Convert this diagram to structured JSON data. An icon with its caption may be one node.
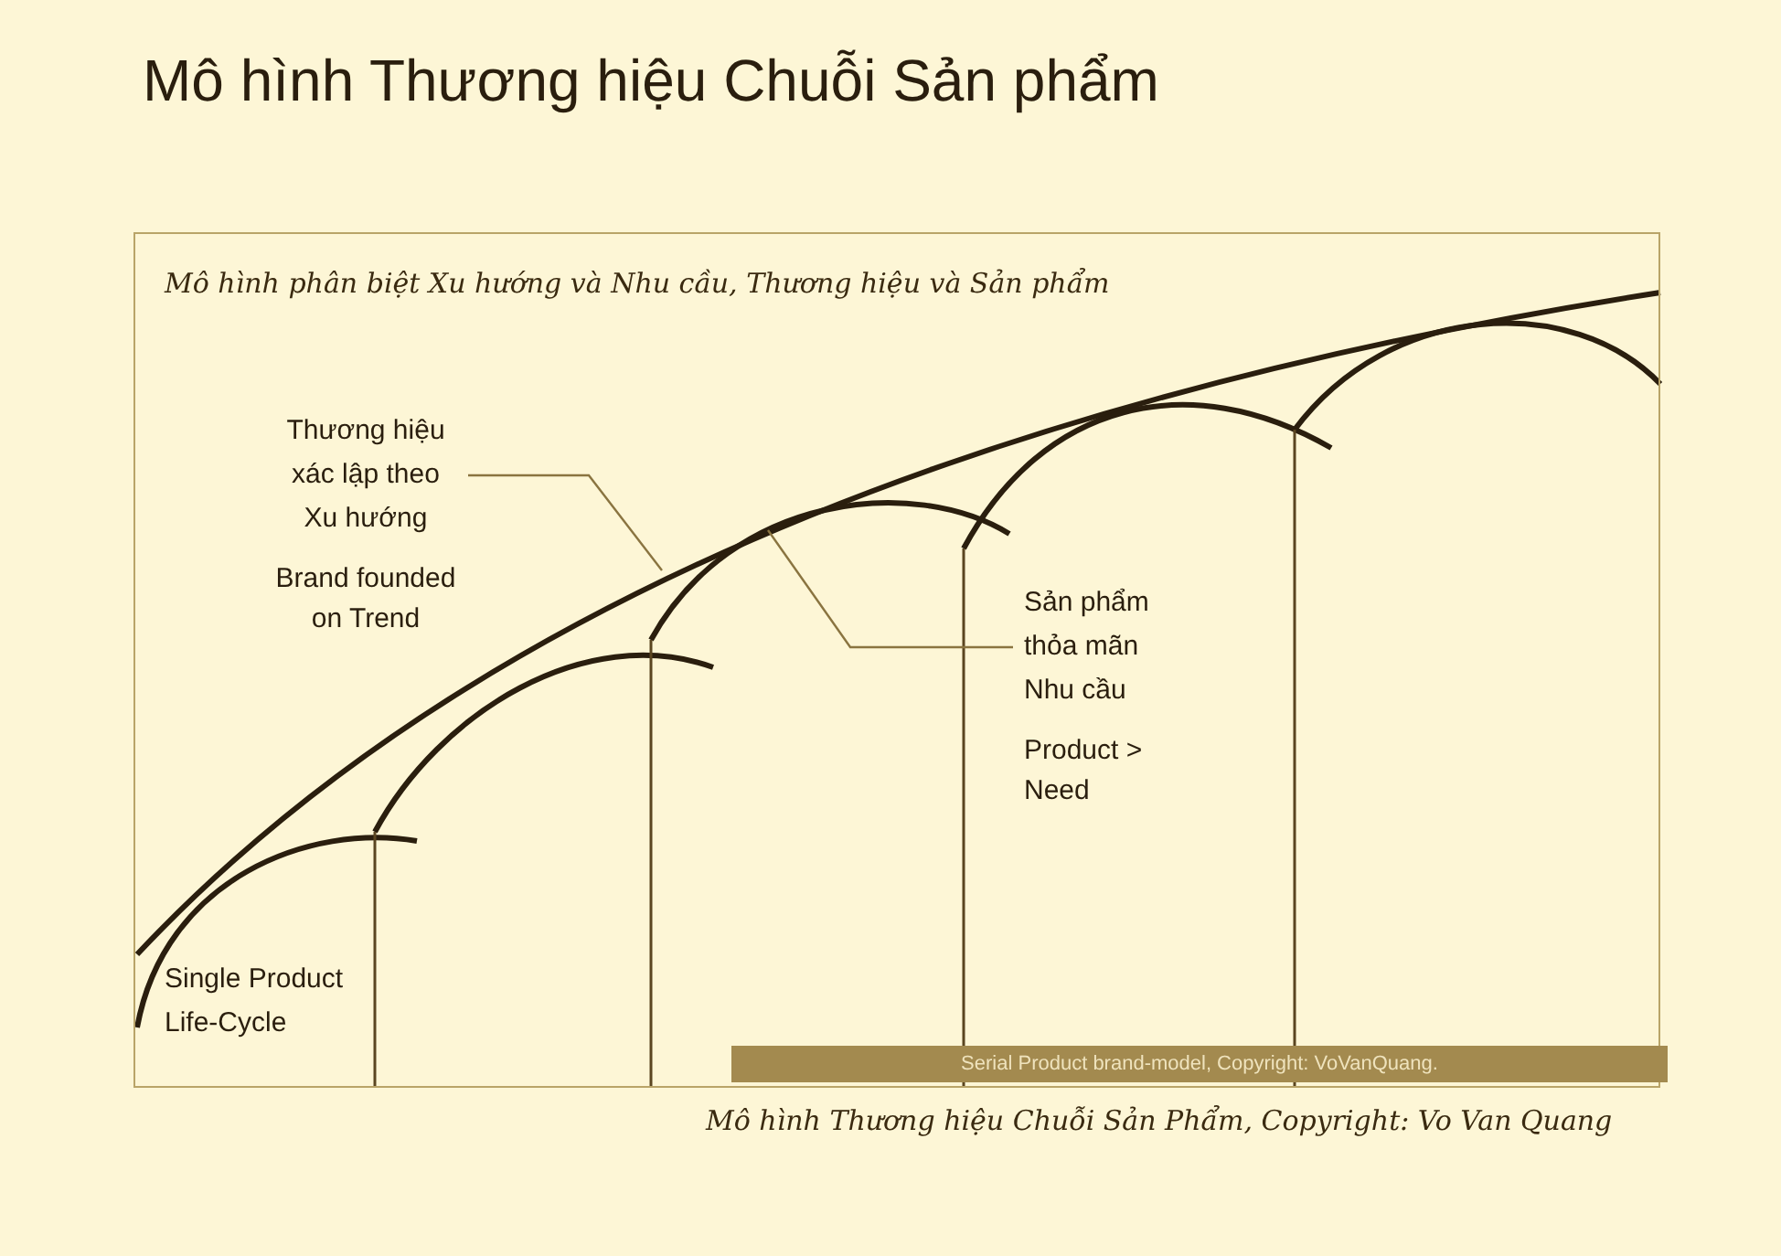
{
  "diagram": {
    "title": "Mô hình Thương hiệu Chuỗi Sản phẩm",
    "caption": "Mô hình Thương hiệu Chuỗi Sản Phẩm, Copyright: Vo Van Quang",
    "nodes": [
      {
        "text": [
          "Thương hiệu xác lập theo Xu hướng",
          "Brand founded on Trend"
        ]
      },
      {
        "text": [
          "Sản phẩm thỏa mãn Nhu cầu",
          "Product > Need"
        ]
      }
    ],
    "edges": [
      {
        "from": 0,
        "to": null,
        "arrow": "none"
      },
      {
        "from": 1,
        "to": null,
        "arrow": "none"
      }
    ],
    "labels": [
      "Mô hình phân biệt Xu hướng và Nhu cầu, Thương hiệu và Sản phẩm",
      "Single Product Life-Cycle",
      "Serial Product brand-model, Copyright: VoVanQuang."
    ]
  }
}
